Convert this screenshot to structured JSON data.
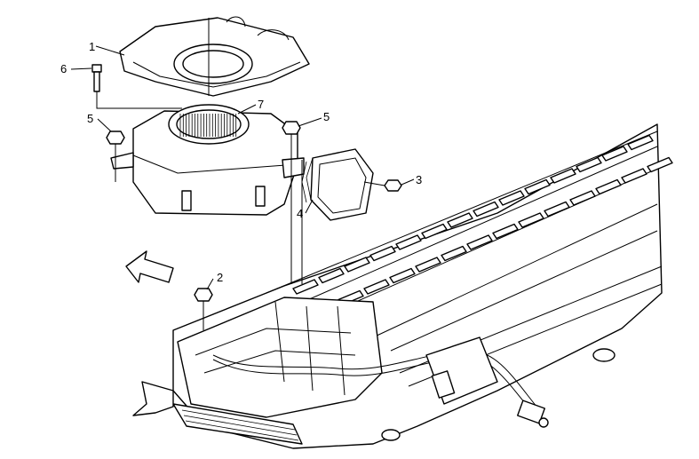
{
  "callouts": [
    {
      "id": "1",
      "label": "1"
    },
    {
      "id": "2",
      "label": "2"
    },
    {
      "id": "3",
      "label": "3"
    },
    {
      "id": "4",
      "label": "4"
    },
    {
      "id": "5a",
      "label": "5"
    },
    {
      "id": "5b",
      "label": "5"
    },
    {
      "id": "6",
      "label": "6"
    },
    {
      "id": "7",
      "label": "7"
    }
  ],
  "colors": {
    "line": "#000000",
    "background": "#ffffff"
  }
}
